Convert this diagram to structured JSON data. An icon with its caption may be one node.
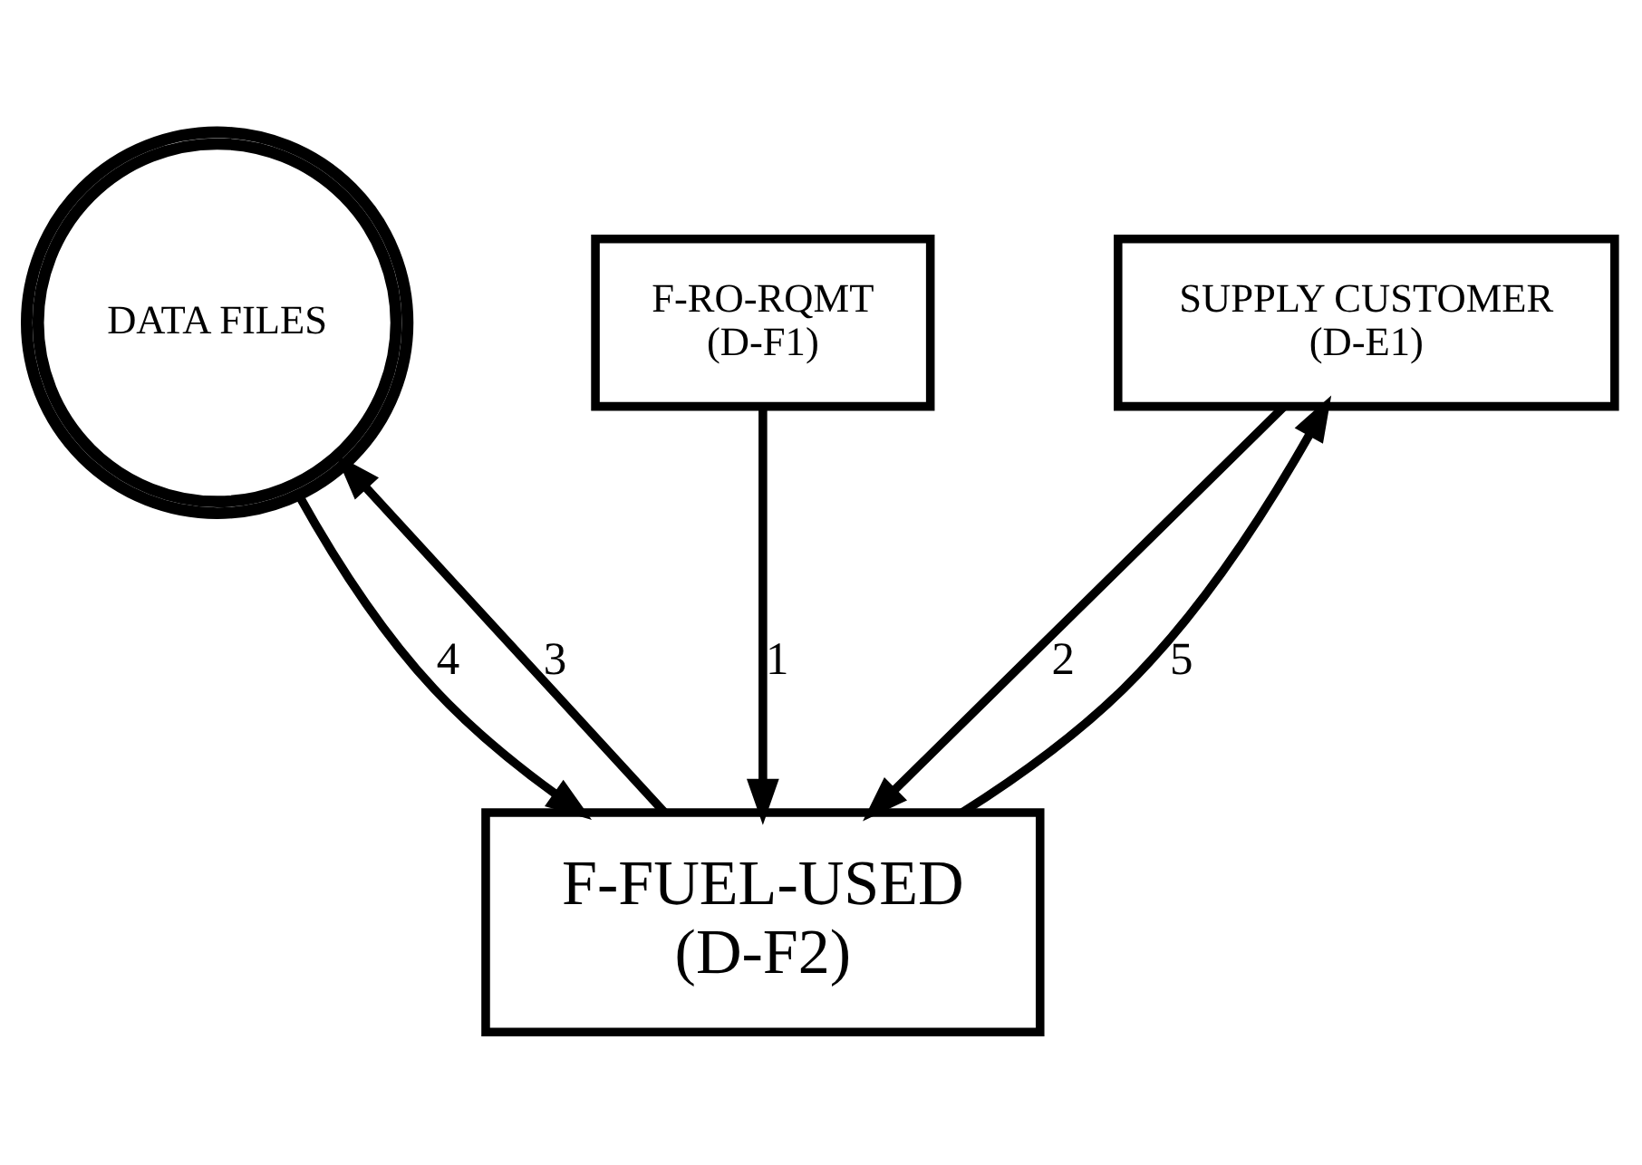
{
  "diagram": {
    "nodes": [
      {
        "text": [
          "DATA FILES"
        ]
      },
      {
        "text": [
          "F-RO-RQMT",
          "(D-F1)"
        ]
      },
      {
        "text": [
          "SUPPLY CUSTOMER",
          "(D-E1)"
        ]
      },
      {
        "text": [
          "F-FUEL-USED",
          "(D-F2)"
        ]
      }
    ],
    "edges": [
      {
        "from": 1,
        "to": 3,
        "arrow": "to",
        "label": "1"
      },
      {
        "from": 2,
        "to": 3,
        "arrow": "to",
        "label": "2"
      },
      {
        "from": 3,
        "to": 0,
        "arrow": "to",
        "label": "3"
      },
      {
        "from": 0,
        "to": 3,
        "arrow": "to",
        "label": "4"
      },
      {
        "from": 3,
        "to": 2,
        "arrow": "to",
        "label": "5"
      }
    ]
  }
}
